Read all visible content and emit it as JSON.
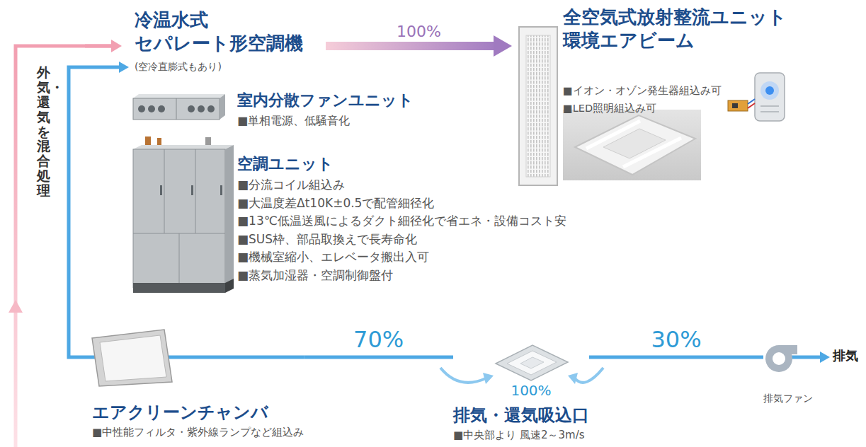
{
  "diagram": {
    "nodes": [
      {
        "text": [
          "冷温水式 セパレート形空調機",
          "(空冷直膨式もあり)"
        ]
      },
      {
        "text": [
          "全空気式放射整流ユニット 環境エアビーム",
          "■イオン・オゾン発生器組込み可",
          "■LED照明組込み可"
        ]
      },
      {
        "text": [
          "室内分散ファンユニット",
          "■単相電源、低騒音化"
        ]
      },
      {
        "text": [
          "空調ユニット",
          "■分流コイル組込み",
          "■大温度差Δt10K±0.5で配管細径化",
          "■13℃低温送風によるダクト細径化で省エネ・設備コスト安",
          "■SUS枠、部品取換えで長寿命化",
          "■機械室縮小、エレベータ搬出入可",
          "■蒸気加湿器・空調制御盤付"
        ]
      },
      {
        "text": [
          "エアクリーンチャンバ",
          "■中性能フィルタ・紫外線ランプなど組込み"
        ]
      },
      {
        "text": [
          "排気・還気吸込口",
          "■中央部より 風速2～3m/s"
        ]
      },
      {
        "text": [
          "排気ファン"
        ]
      }
    ],
    "edges": [
      {
        "from": 0,
        "to": 1,
        "label": "100%",
        "arrow": "to"
      },
      {
        "from": 4,
        "to": 0,
        "arrow": "to"
      },
      {
        "from": 5,
        "to": 4,
        "label": "70%",
        "arrow": "none"
      },
      {
        "from": 5,
        "to": 6,
        "label": "30%",
        "arrow": "none"
      }
    ],
    "labels": [
      "外気・還気を混合処理",
      "100%",
      "排気"
    ]
  }
}
